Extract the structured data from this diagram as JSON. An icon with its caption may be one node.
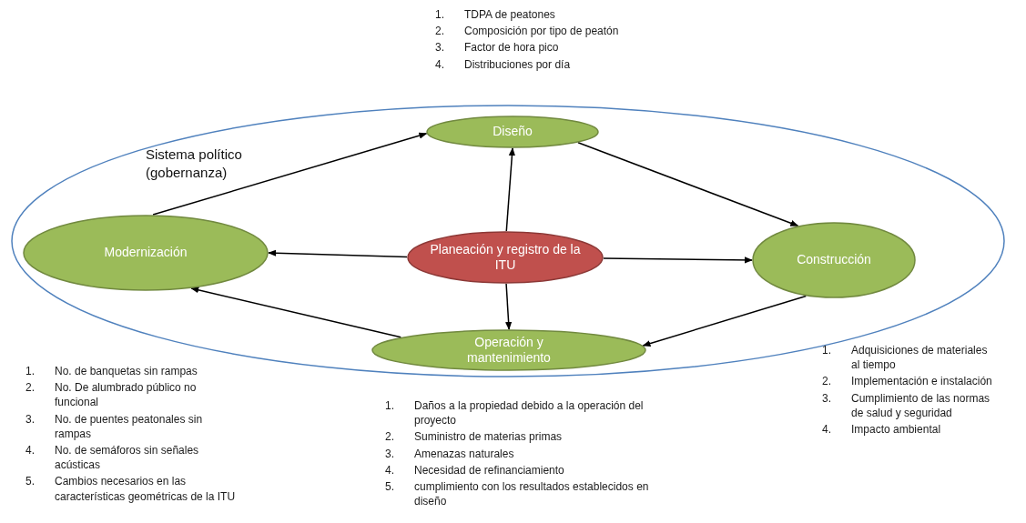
{
  "diagram": {
    "nodes": [
      {
        "text": [
          "Sistema político (gobernanza)"
        ]
      },
      {
        "text": [
          "Diseño"
        ],
        "in": 0
      },
      {
        "text": [
          "Modernización"
        ],
        "in": 0
      },
      {
        "text": [
          "Planeación y registro de la ITU"
        ],
        "in": 0
      },
      {
        "text": [
          "Construcción"
        ],
        "in": 0
      },
      {
        "text": [
          "Operación y mantenimiento"
        ],
        "in": 0
      }
    ],
    "edges": [
      {
        "from": 2,
        "to": 1,
        "arrow": "to"
      },
      {
        "from": 1,
        "to": 4,
        "arrow": "to"
      },
      {
        "from": 4,
        "to": 5,
        "arrow": "to"
      },
      {
        "from": 5,
        "to": 2,
        "arrow": "to"
      },
      {
        "from": 3,
        "to": 1,
        "arrow": "to"
      },
      {
        "from": 3,
        "to": 2,
        "arrow": "to"
      },
      {
        "from": 3,
        "to": 4,
        "arrow": "to"
      },
      {
        "from": 3,
        "to": 5,
        "arrow": "to"
      }
    ],
    "labels": [
      "1.",
      "TDPA de  peatones",
      "2.",
      "Composición por tipo de peatón",
      "3.",
      "Factor de hora pico",
      "4.",
      "Distribuciones por día",
      "1.",
      "No. de banquetas sin rampas",
      "2.",
      "No.  De alumbrado público no funcional",
      "3.",
      "No. de puentes peatonales sin rampas",
      "4.",
      "No. de semáforos sin señales acústicas",
      "5.",
      "Cambios necesarios en las características geométricas  de la ITU",
      "1.",
      "Daños a la propiedad debido a la operación del proyecto",
      "2.",
      "Suministro de materias  primas",
      "3.",
      "Amenazas naturales",
      "4.",
      "Necesidad de refinanciamiento",
      "5.",
      "cumplimiento con los resultados establecidos en diseño",
      "1.",
      "Adquisiciones de materiales al tiempo",
      "2.",
      "Implementación e instalación",
      "3.",
      "Cumplimiento de las normas de salud y seguridad",
      "4.",
      "Impacto ambiental"
    ]
  }
}
